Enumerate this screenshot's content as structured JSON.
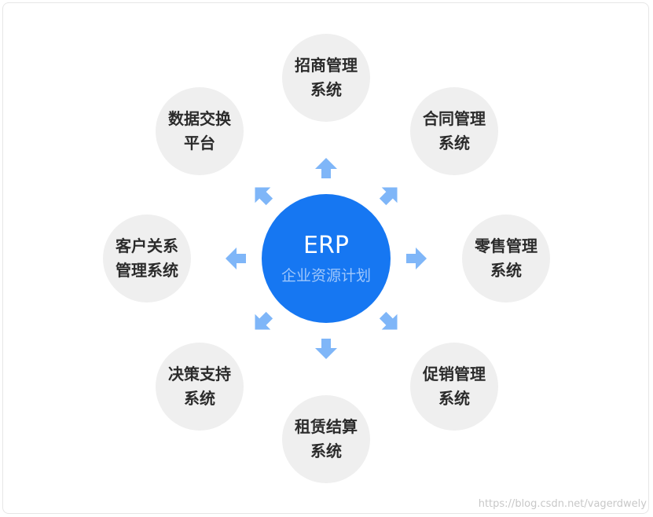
{
  "center": {
    "title": "ERP",
    "subtitle": "企业资源计划"
  },
  "nodes": [
    {
      "line1": "招商管理",
      "line2": "系统"
    },
    {
      "line1": "合同管理",
      "line2": "系统"
    },
    {
      "line1": "零售管理",
      "line2": "系统"
    },
    {
      "line1": "促销管理",
      "line2": "系统"
    },
    {
      "line1": "租赁结算",
      "line2": "系统"
    },
    {
      "line1": "决策支持",
      "line2": "系统"
    },
    {
      "line1": "客户关系",
      "line2": "管理系统"
    },
    {
      "line1": "数据交换",
      "line2": "平台"
    }
  ],
  "colors": {
    "center": "#1677f2",
    "arrow": "#7fb6f8",
    "node": "#efefef"
  },
  "watermark": "https://blog.csdn.net/vagerdwely"
}
